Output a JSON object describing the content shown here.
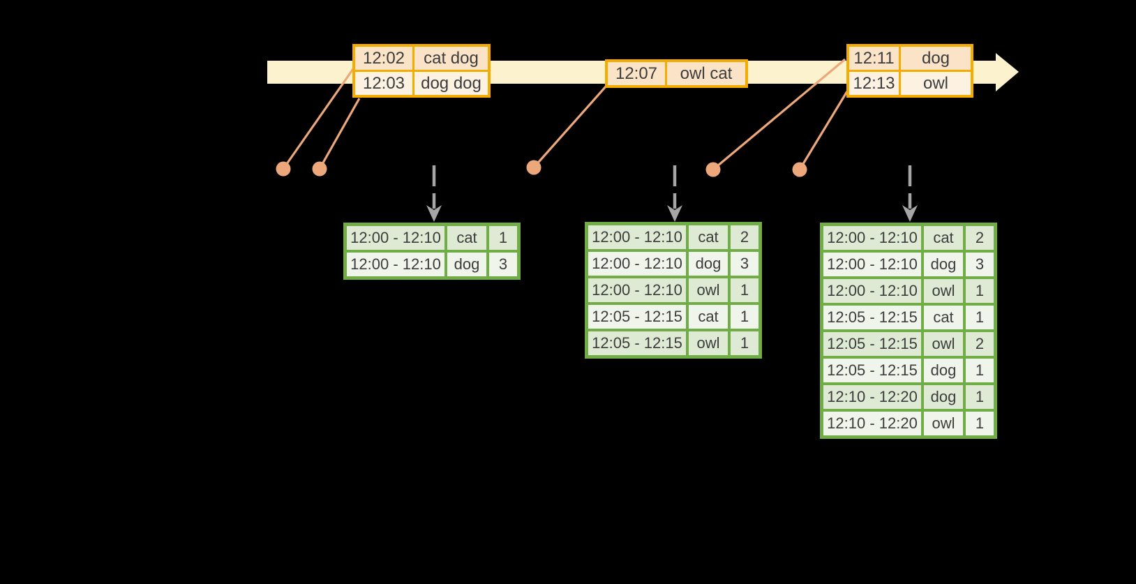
{
  "colors": {
    "background": "#000000",
    "timeline_band": "#FCF2CE",
    "event_box_border": "#F5AC00",
    "event_fill_peach": "#FBE3C8",
    "event_fill_cream": "#FDF2E2",
    "connector_salmon": "#ECA87A",
    "trigger_arrow_gray": "#A6A6A6",
    "table_border_green": "#71AD47",
    "table_row_tint": "#DFEAD5",
    "table_row_light": "#F0F5EC",
    "text": "#3C3C3C"
  },
  "timeline": {
    "events": [
      {
        "rows": [
          {
            "time": "12:02",
            "words": "cat dog"
          },
          {
            "time": "12:03",
            "words": "dog dog"
          }
        ]
      },
      {
        "rows": [
          {
            "time": "12:07",
            "words": "owl cat"
          }
        ]
      },
      {
        "rows": [
          {
            "time": "12:11",
            "words": "dog"
          },
          {
            "time": "12:13",
            "words": "owl"
          }
        ]
      }
    ]
  },
  "result_tables": [
    {
      "rows": [
        {
          "window": "12:00 - 12:10",
          "word": "cat",
          "count": "1"
        },
        {
          "window": "12:00 - 12:10",
          "word": "dog",
          "count": "3"
        }
      ]
    },
    {
      "rows": [
        {
          "window": "12:00 - 12:10",
          "word": "cat",
          "count": "2"
        },
        {
          "window": "12:00 - 12:10",
          "word": "dog",
          "count": "3"
        },
        {
          "window": "12:00 - 12:10",
          "word": "owl",
          "count": "1"
        },
        {
          "window": "12:05 - 12:15",
          "word": "cat",
          "count": "1"
        },
        {
          "window": "12:05 - 12:15",
          "word": "owl",
          "count": "1"
        }
      ]
    },
    {
      "rows": [
        {
          "window": "12:00 - 12:10",
          "word": "cat",
          "count": "2"
        },
        {
          "window": "12:00 - 12:10",
          "word": "dog",
          "count": "3"
        },
        {
          "window": "12:00 - 12:10",
          "word": "owl",
          "count": "1"
        },
        {
          "window": "12:05 - 12:15",
          "word": "cat",
          "count": "1"
        },
        {
          "window": "12:05 - 12:15",
          "word": "owl",
          "count": "2"
        },
        {
          "window": "12:05 - 12:15",
          "word": "dog",
          "count": "1"
        },
        {
          "window": "12:10 - 12:20",
          "word": "dog",
          "count": "1"
        },
        {
          "window": "12:10 - 12:20",
          "word": "owl",
          "count": "1"
        }
      ]
    }
  ]
}
